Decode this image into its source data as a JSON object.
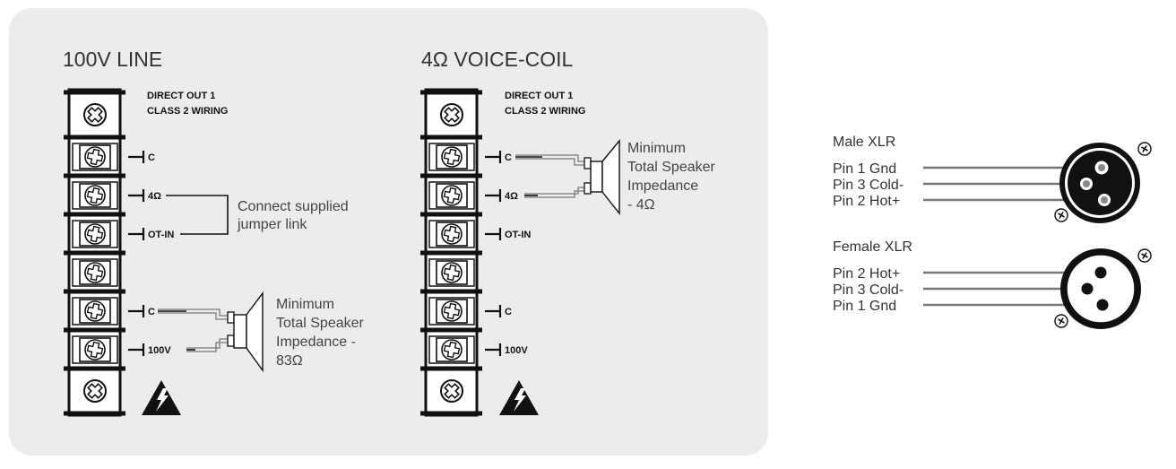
{
  "colors": {
    "panel": "#ececec",
    "ink": "#111111",
    "wire": "#777777"
  },
  "left_panel": {
    "title": "100V LINE",
    "header_line1": "DIRECT OUT 1",
    "header_line2": "CLASS 2 WIRING",
    "terminal_labels": [
      "C",
      "4Ω",
      "OT-IN",
      "C",
      "100V"
    ],
    "jumper_note": [
      "Connect supplied",
      "jumper link"
    ],
    "speaker_note": [
      "Minimum",
      "Total Speaker",
      "Impedance -",
      "83Ω"
    ],
    "warning_icon": "high-voltage-warning-icon"
  },
  "right_panel": {
    "title": "4Ω VOICE-COIL",
    "header_line1": "DIRECT OUT 1",
    "header_line2": "CLASS 2 WIRING",
    "terminal_labels": [
      "C",
      "4Ω",
      "OT-IN",
      "C",
      "100V"
    ],
    "speaker_note": [
      "Minimum",
      "Total Speaker",
      "Impedance",
      "- 4Ω"
    ],
    "warning_icon": "high-voltage-warning-icon"
  },
  "xlr": {
    "male_title": "Male XLR",
    "male_pins": [
      "Pin 1 Gnd",
      "Pin 3 Cold-",
      "Pin 2 Hot+"
    ],
    "female_title": "Female XLR",
    "female_pins": [
      "Pin 2 Hot+",
      "Pin 3 Cold-",
      "Pin 1 Gnd"
    ]
  }
}
